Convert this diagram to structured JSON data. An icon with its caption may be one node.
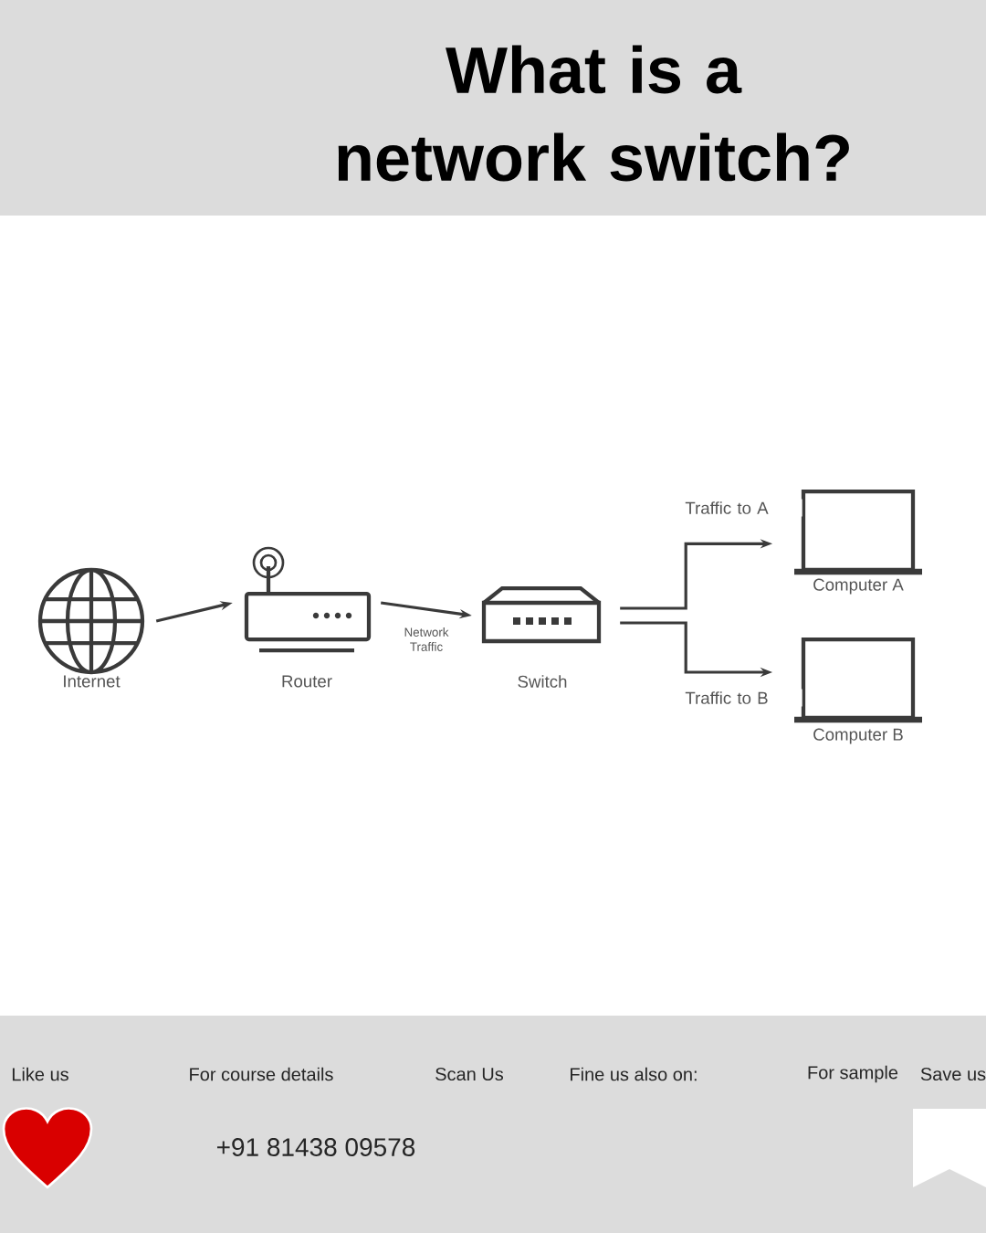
{
  "diagram": {
    "title": "What is a network switch?",
    "nodes": [
      {
        "text": [
          "Internet"
        ]
      },
      {
        "text": [
          "Router"
        ]
      },
      {
        "text": [
          "Switch"
        ]
      },
      {
        "text": [
          "Computer A"
        ]
      },
      {
        "text": [
          "Computer B"
        ]
      }
    ],
    "edges": [
      {
        "from": 0,
        "to": 1,
        "arrow": "to"
      },
      {
        "from": 1,
        "to": 2,
        "arrow": "to",
        "label": "Network Traffic"
      },
      {
        "from": 2,
        "to": 3,
        "arrow": "to",
        "label": "Traffic to A"
      },
      {
        "from": 2,
        "to": 4,
        "arrow": "to",
        "label": "Traffic to B"
      }
    ],
    "labels": [
      "Like us",
      "For course details",
      "Scan Us",
      "Fine us also on:",
      "For sample",
      "Save us",
      "+91 81438 09578"
    ]
  }
}
